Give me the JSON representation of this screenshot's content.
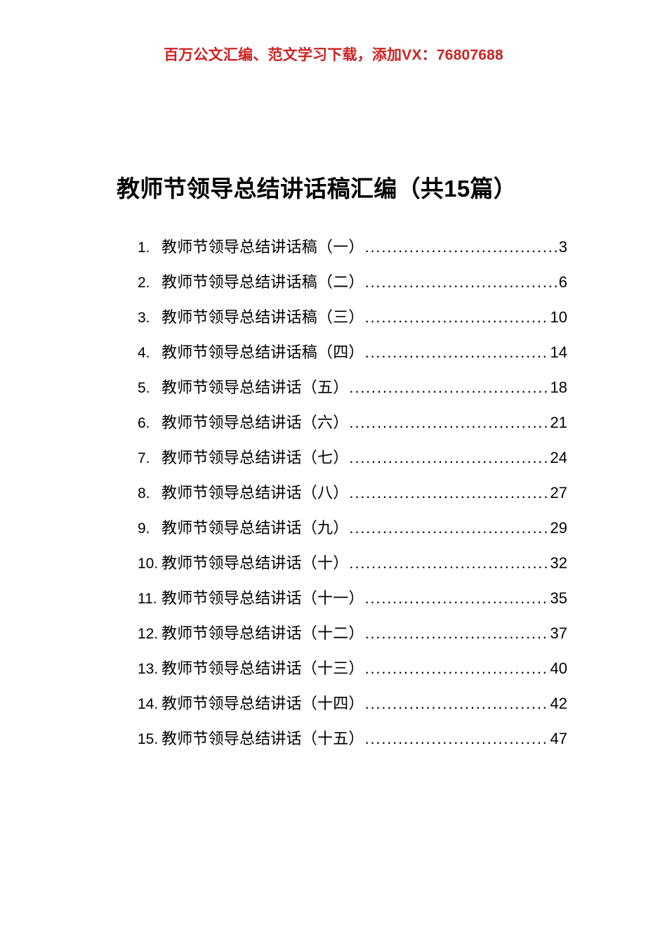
{
  "header": {
    "promo_text": "百万公文汇编、范文学习下载，添加VX：76807688",
    "promo_color": "#cc2222"
  },
  "title": {
    "text": "教师节领导总结讲话稿汇编（共15篇）"
  },
  "toc": {
    "leader_dots": "....................................................................................................",
    "entries": [
      {
        "num": "1.",
        "label": "教师节领导总结讲话稿（一）",
        "page": "3"
      },
      {
        "num": "2.",
        "label": "教师节领导总结讲话稿（二）",
        "page": "6"
      },
      {
        "num": "3.",
        "label": "教师节领导总结讲话稿（三）",
        "page": "10"
      },
      {
        "num": "4.",
        "label": "教师节领导总结讲话稿（四）",
        "page": "14"
      },
      {
        "num": "5.",
        "label": "教师节领导总结讲话（五）",
        "page": "18"
      },
      {
        "num": "6.",
        "label": "教师节领导总结讲话（六）",
        "page": "21"
      },
      {
        "num": "7.",
        "label": "教师节领导总结讲话（七）",
        "page": "24"
      },
      {
        "num": "8.",
        "label": "教师节领导总结讲话（八）",
        "page": "27"
      },
      {
        "num": "9.",
        "label": "教师节领导总结讲话（九）",
        "page": "29"
      },
      {
        "num": "10.",
        "label": "教师节领导总结讲话（十）",
        "page": "32"
      },
      {
        "num": "11.",
        "label": "教师节领导总结讲话（十一）",
        "page": "35"
      },
      {
        "num": "12.",
        "label": "教师节领导总结讲话（十二）",
        "page": "37"
      },
      {
        "num": "13.",
        "label": "教师节领导总结讲话（十三）",
        "page": "40"
      },
      {
        "num": "14.",
        "label": "教师节领导总结讲话（十四）",
        "page": "42"
      },
      {
        "num": "15.",
        "label": "教师节领导总结讲话（十五）",
        "page": "47"
      }
    ]
  }
}
